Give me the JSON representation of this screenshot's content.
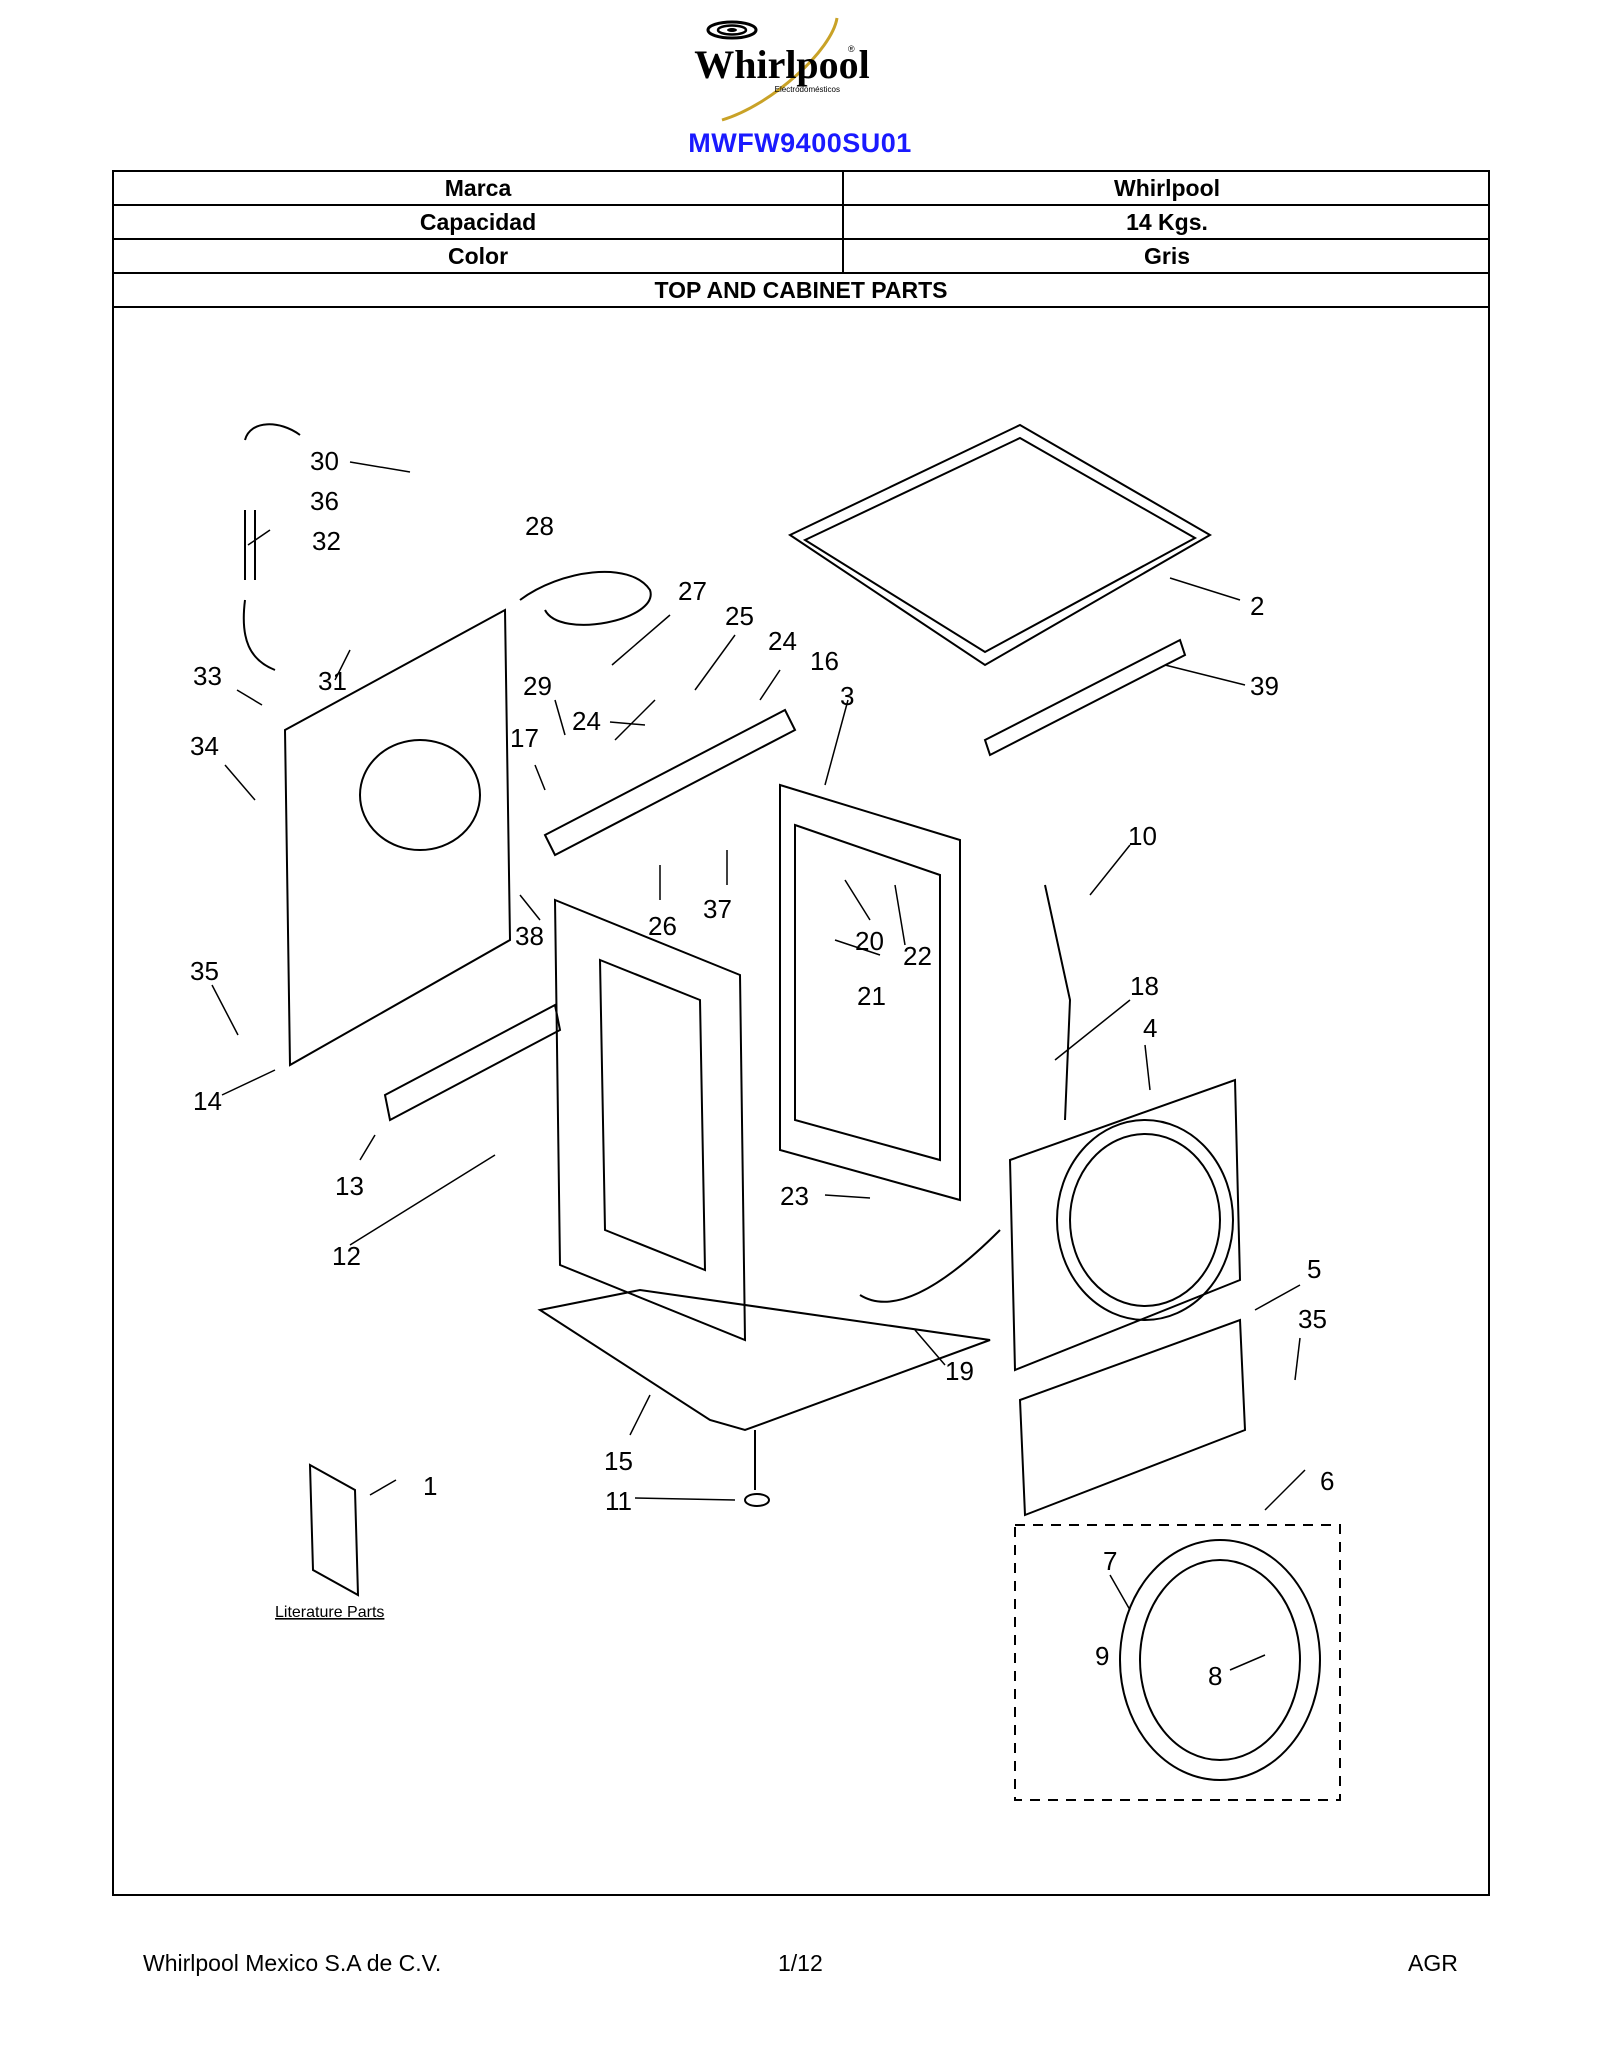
{
  "header": {
    "brand_logo_text": "Whirlpool",
    "brand_logo_subtext": "Electrodomésticos",
    "model": "MWFW9400SU01"
  },
  "specs": [
    {
      "label": "Marca",
      "value": "Whirlpool"
    },
    {
      "label": "Capacidad",
      "value": "14 Kgs."
    },
    {
      "label": "Color",
      "value": "Gris"
    }
  ],
  "section_title": "TOP AND CABINET PARTS",
  "diagram": {
    "callouts": [
      "1",
      "2",
      "3",
      "4",
      "5",
      "6",
      "7",
      "8",
      "9",
      "10",
      "11",
      "12",
      "13",
      "14",
      "15",
      "16",
      "17",
      "18",
      "19",
      "20",
      "21",
      "22",
      "23",
      "24",
      "24",
      "25",
      "26",
      "27",
      "28",
      "29",
      "30",
      "31",
      "32",
      "33",
      "34",
      "35",
      "35",
      "36",
      "37",
      "38",
      "39"
    ],
    "literature_label": "Literature Parts"
  },
  "footer": {
    "company": "Whirlpool Mexico S.A de C.V.",
    "page": "1/12",
    "code": "AGR"
  },
  "colors": {
    "model": "#1a1aff",
    "logo_swoosh": "#c9a227"
  }
}
